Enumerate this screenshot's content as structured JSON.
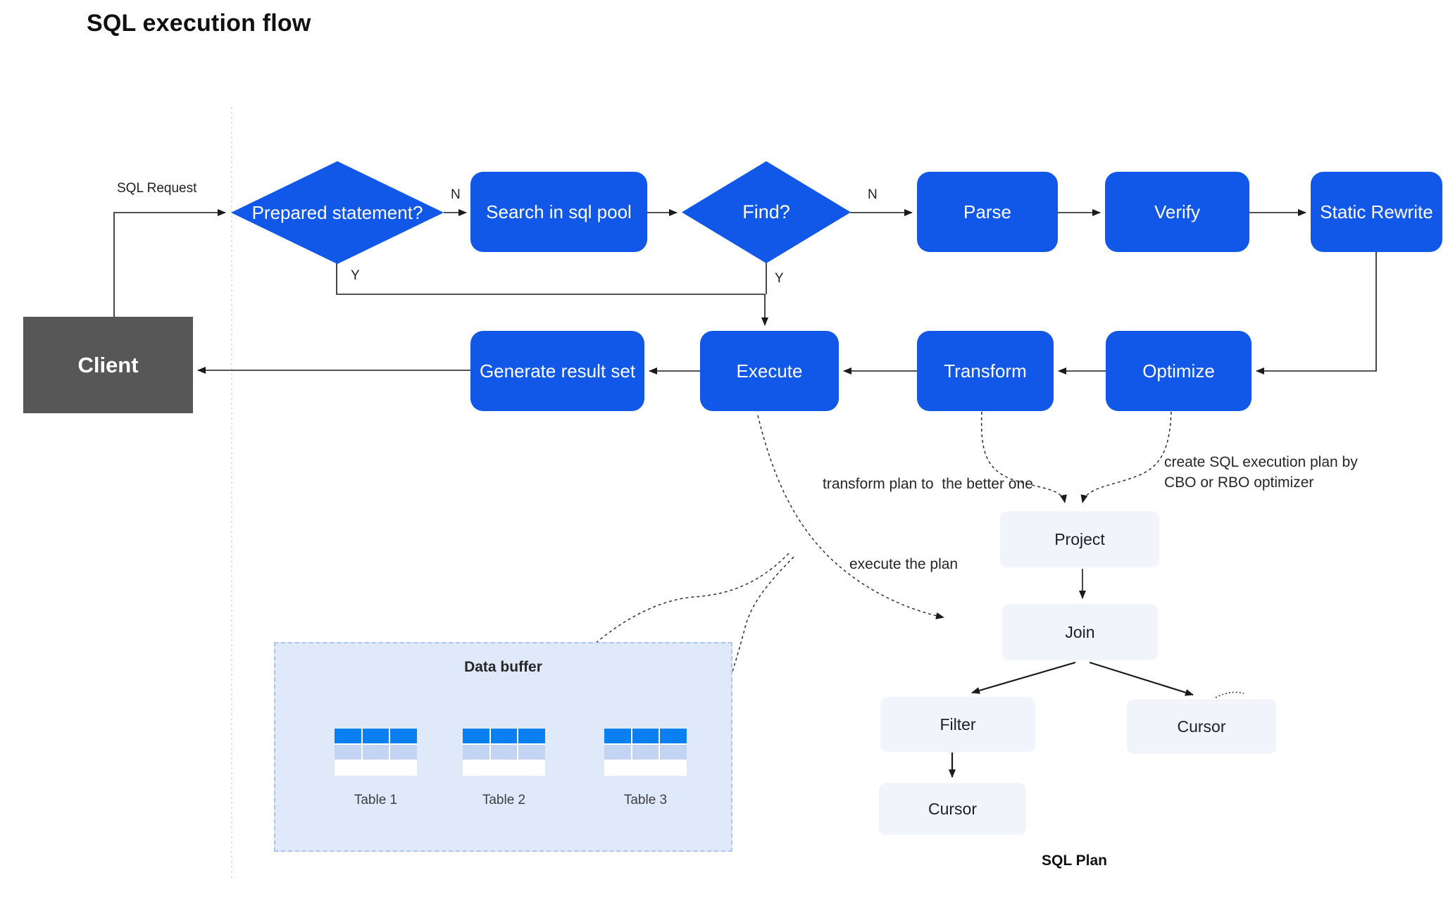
{
  "title": "SQL execution flow",
  "client": {
    "label": "Client"
  },
  "nodes": {
    "prepared": "Prepared statement?",
    "search": "Search in sql pool",
    "find": "Find?",
    "parse": "Parse",
    "verify": "Verify",
    "static_rewrite": "Static Rewrite",
    "generate": "Generate result set",
    "execute": "Execute",
    "transform": "Transform",
    "optimize": "Optimize"
  },
  "labels": {
    "sql_request": "SQL Request",
    "n_prepared": "N",
    "y_prepared": "Y",
    "n_find": "N",
    "y_find": "Y"
  },
  "notes": {
    "transform_plan": "transform plan to  the better one",
    "create_plan_line1": "create SQL execution plan by",
    "create_plan_line2": "CBO or RBO optimizer",
    "execute_plan": "execute the plan"
  },
  "plan": {
    "title": "SQL Plan",
    "project": "Project",
    "join": "Join",
    "filter": "Filter",
    "cursor_right": "Cursor",
    "cursor_bottom": "Cursor"
  },
  "buffer": {
    "title": "Data buffer",
    "tables": [
      {
        "label": "Table 1"
      },
      {
        "label": "Table 2"
      },
      {
        "label": "Table 3"
      }
    ]
  },
  "colors": {
    "flow_node_blue": "#1158e8",
    "client_gray": "#575757",
    "plan_node_bg": "#f1f5fb",
    "buffer_bg": "#dfe9fa",
    "buffer_border": "#abc6ec",
    "table_header_blue": "#0a80f0",
    "table_mid_blue": "#c3d4f2",
    "table_bottom_row": "#ffffff",
    "separator_dash": "#cfdcef",
    "connector_black": "#1a1a1a"
  }
}
